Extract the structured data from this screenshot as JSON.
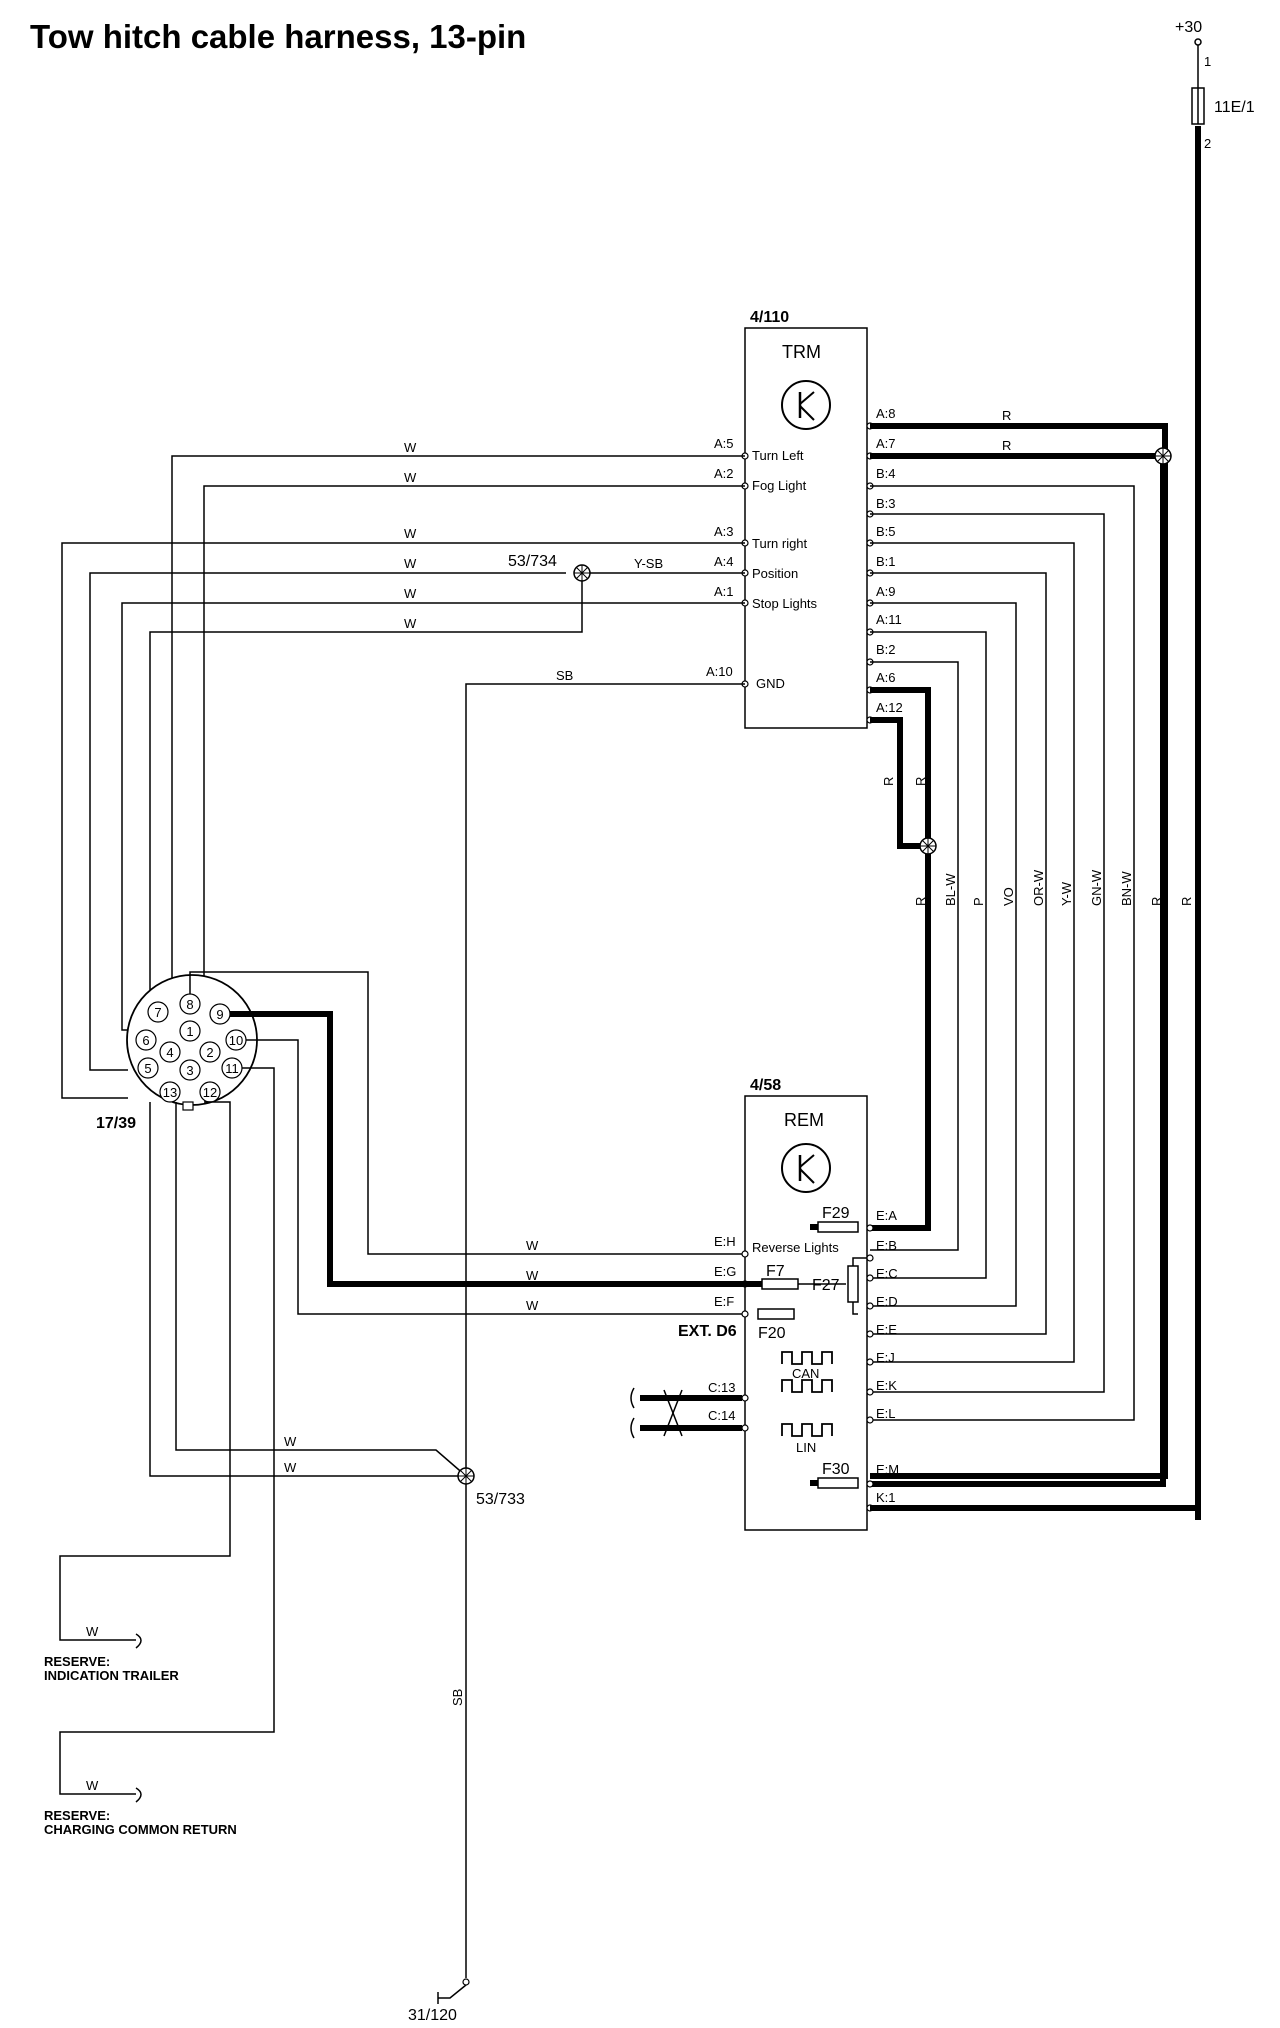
{
  "title": "Tow hitch cable harness, 13-pin",
  "supply": {
    "label": "+30",
    "fuse": "11E/1",
    "pin1": "1",
    "pin2": "2"
  },
  "trm": {
    "ref": "4/110",
    "name": "TRM",
    "left_pins": [
      {
        "pin": "A:5",
        "func": "Turn Left",
        "wire": "W"
      },
      {
        "pin": "A:2",
        "func": "Fog Light",
        "wire": "W"
      },
      {
        "pin": "A:3",
        "func": "Turn right",
        "wire": "W"
      },
      {
        "pin": "A:4",
        "func": "Position",
        "wire": "W"
      },
      {
        "pin": "A:1",
        "func": "Stop Lights",
        "wire": "W"
      },
      {
        "pin": "A:10",
        "func": "GND",
        "wire": "SB"
      }
    ],
    "right_pins": [
      "A:8",
      "A:7",
      "B:4",
      "B:3",
      "B:5",
      "B:1",
      "A:9",
      "A:11",
      "B:2",
      "A:6",
      "A:12"
    ],
    "right_wire_r1": "R",
    "right_wire_r2": "R"
  },
  "splice_53_734": {
    "ref": "53/734",
    "wire": "Y-SB"
  },
  "extra_w": "W",
  "vertical_wires": [
    "R",
    "R",
    "R",
    "BL-W",
    "P",
    "VO",
    "OR-W",
    "Y-W",
    "GN-W",
    "BN-W",
    "R",
    "R"
  ],
  "connector": {
    "ref": "17/39",
    "pins": [
      "1",
      "2",
      "3",
      "4",
      "5",
      "6",
      "7",
      "8",
      "9",
      "10",
      "11",
      "12",
      "13"
    ]
  },
  "rem": {
    "ref": "4/58",
    "name": "REM",
    "left_pins": [
      {
        "pin": "E:H",
        "func": "Reverse Lights",
        "wire": "W"
      },
      {
        "pin": "E:G",
        "func": "",
        "wire": "W"
      },
      {
        "pin": "E:F",
        "func": "",
        "wire": "W"
      },
      {
        "pin": "C:13",
        "func": "",
        "wire": ""
      },
      {
        "pin": "C:14",
        "func": "",
        "wire": ""
      }
    ],
    "right_pins": [
      "E:A",
      "E:B",
      "E:C",
      "E:D",
      "E:E",
      "E:J",
      "E:K",
      "E:L",
      "E:M",
      "K:1"
    ],
    "fuses": [
      "F29",
      "F7",
      "F27",
      "F20",
      "F30"
    ],
    "ext": "EXT. D6",
    "can": "CAN",
    "lin": "LIN"
  },
  "splice_53_733": {
    "ref": "53/733",
    "wire1": "W",
    "wire2": "W"
  },
  "gnd_wire": "SB",
  "ground": "31/120",
  "reserve1": {
    "wire": "W",
    "line1": "RESERVE:",
    "line2": "INDICATION TRAILER"
  },
  "reserve2": {
    "wire": "W",
    "line1": "RESERVE:",
    "line2": "CHARGING COMMON RETURN"
  }
}
